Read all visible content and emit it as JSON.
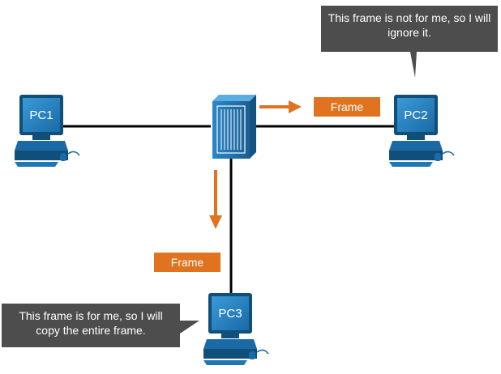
{
  "devices": {
    "pc1": {
      "label": "PC1"
    },
    "pc2": {
      "label": "PC2"
    },
    "pc3": {
      "label": "PC3"
    }
  },
  "frames": {
    "to_pc2": "Frame",
    "to_pc3": "Frame"
  },
  "callouts": {
    "pc2": "This frame is not for me, so I will ignore it.",
    "pc3": "This frame is for me, so I will copy the entire frame."
  },
  "colors": {
    "device_blue": "#1f78b4",
    "device_dark": "#0f4f7a",
    "frame_orange": "#e0731f",
    "callout_gray": "#4d4d4d",
    "link": "#000000"
  }
}
